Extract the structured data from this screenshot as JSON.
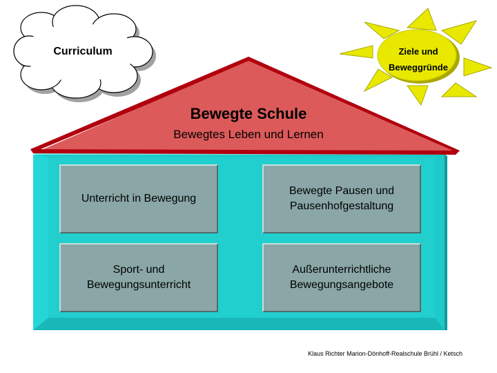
{
  "cloud": {
    "label": "Curriculum"
  },
  "sun": {
    "line1": "Ziele und",
    "line2": "Beweggründe"
  },
  "roof": {
    "title": "Bewegte Schule",
    "subtitle": "Bewegtes Leben und Lernen"
  },
  "rooms": [
    {
      "lines": [
        "Unterricht in Bewegung"
      ]
    },
    {
      "lines": [
        "Bewegte Pausen und",
        "Pausenhofgestaltung"
      ]
    },
    {
      "lines": [
        "Sport- und",
        "Bewegungsunterricht"
      ]
    },
    {
      "lines": [
        "Außerunterrichtliche",
        "Bewegungsangebote"
      ]
    }
  ],
  "footer": "Klaus Richter Marion-Dönhoff-Realschule Brühl / Ketsch",
  "colors": {
    "roof": "#dc5a5a",
    "roof_edge": "#b0000e",
    "house": "#1dc9c9",
    "house_dark": "#119a9a",
    "room": "#8aa6a6",
    "sun": "#e8e800",
    "sun_dark": "#a8a800"
  }
}
